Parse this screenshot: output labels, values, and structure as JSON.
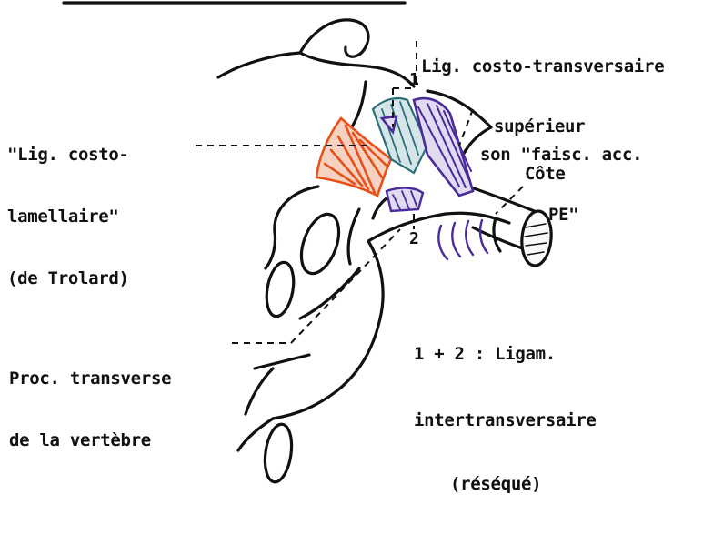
{
  "labels": {
    "lig_costo_transversaire_sup_line1": "Lig. costo-transversaire",
    "lig_costo_transversaire_sup_line2": "supérieur",
    "lig_costo_lamellaire_line1": "\"Lig. costo-",
    "lig_costo_lamellaire_line2": "lamellaire\"",
    "lig_costo_lamellaire_line3": "(de Trolard)",
    "faisc_acc_line1": "son \"faisc. acc.",
    "faisc_acc_line2": "PE\"",
    "cote": "Côte",
    "proc_transverse_line1": "Proc. transverse",
    "proc_transverse_line2": "de la vertèbre",
    "legend_line1": "1 + 2 : Ligam.",
    "legend_line2": "intertransversaire",
    "legend_line3": "(réséqué)",
    "marker_1": "1",
    "marker_2": "2"
  },
  "colors": {
    "ink": "#111111",
    "ligament_orange": "#e8501a",
    "ligament_purple": "#4b2a9a",
    "ligament_teal": "#2a6f7a"
  }
}
